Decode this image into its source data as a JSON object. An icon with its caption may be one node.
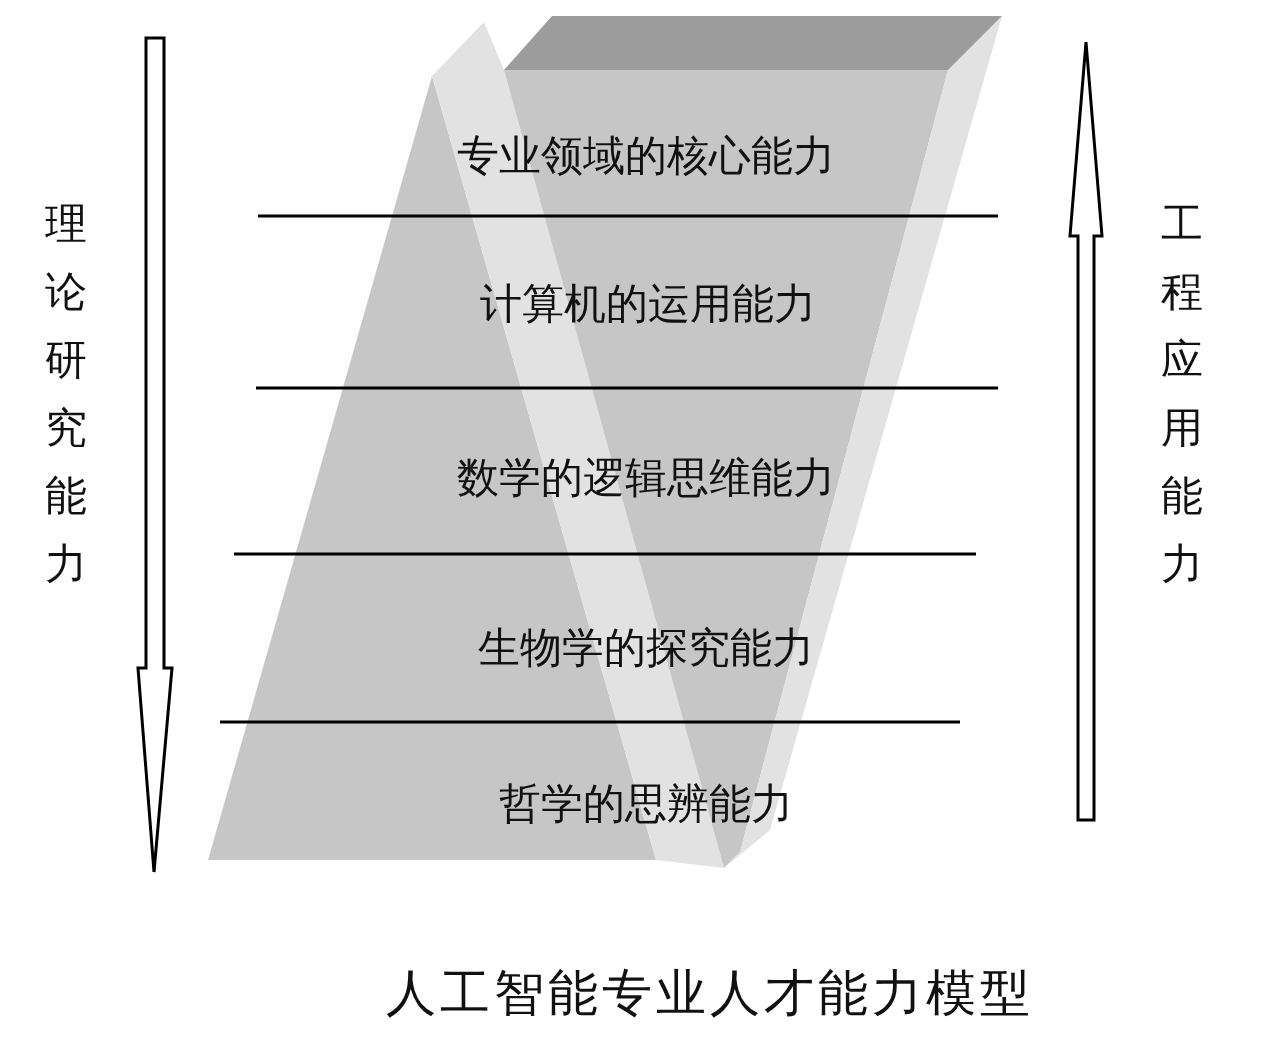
{
  "diagram": {
    "caption": "人工智能专业人才能力模型",
    "nodes": [
      {
        "text": [
          "专业领域的核心能力"
        ]
      },
      {
        "text": [
          "计算机的运用能力"
        ]
      },
      {
        "text": [
          "数学的逻辑思维能力"
        ]
      },
      {
        "text": [
          "生物学的探究能力"
        ]
      },
      {
        "text": [
          "哲学的思辨能力"
        ]
      }
    ],
    "labels": [
      "理论研究能力",
      "工程应用能力"
    ]
  }
}
